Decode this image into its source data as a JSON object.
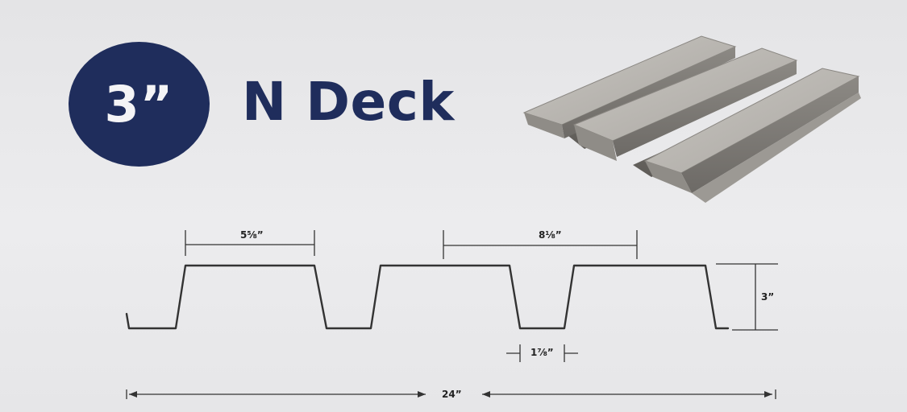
{
  "header": {
    "depth_badge": "3”",
    "product_title": "N Deck"
  },
  "dimensions": {
    "top_flange_width": "5⅝”",
    "rib_pitch": "8⅛”",
    "rib_bottom_width": "1⅞”",
    "deck_depth": "3”",
    "cover_width": "24”"
  },
  "colors": {
    "brand_navy": "#1f2d5c",
    "background": "#e8e8ea",
    "profile_line": "#333333"
  }
}
